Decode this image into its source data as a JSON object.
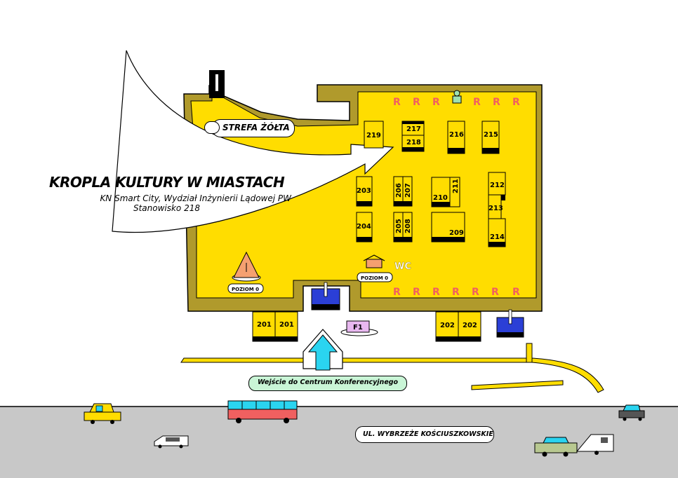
{
  "event": {
    "title": "KROPLA KULTURY W MIASTACH",
    "exhibitor": "KN Smart City, Wydział Inżynierii Lądowej PW",
    "stand": "Stanowisko 218"
  },
  "zone": {
    "label": "STREFA ŻÓŁTA"
  },
  "booths": [
    "217",
    "218",
    "219",
    "216",
    "215",
    "212",
    "213",
    "214",
    "203",
    "204",
    "205",
    "206",
    "207",
    "208",
    "209",
    "210",
    "211",
    "201",
    "201",
    "202",
    "202"
  ],
  "marker_r": "R",
  "wc": "WC",
  "levels": [
    "POZIOM 0",
    "POZIOM 0"
  ],
  "f1": "F1",
  "entrance": "Wejście do Centrum Konferencyjnego",
  "street": "UL. WYBRZEŻE KOŚCIUSZKOWSKIE",
  "info_symbol": "i",
  "colors": {
    "hall": "#ffdd00",
    "wall": "#b09a2c",
    "street": "#c8c8c8",
    "entrance_pill": "#c9f5d6",
    "arrow": "#2ad4f0",
    "info_box": "#2b3fd6",
    "marker_r": "#f06060"
  },
  "icons": [
    "info-icon",
    "toilet-icon",
    "stage-tent-icon",
    "car-icon",
    "bus-icon",
    "caravan-icon",
    "arrow-up-icon"
  ]
}
